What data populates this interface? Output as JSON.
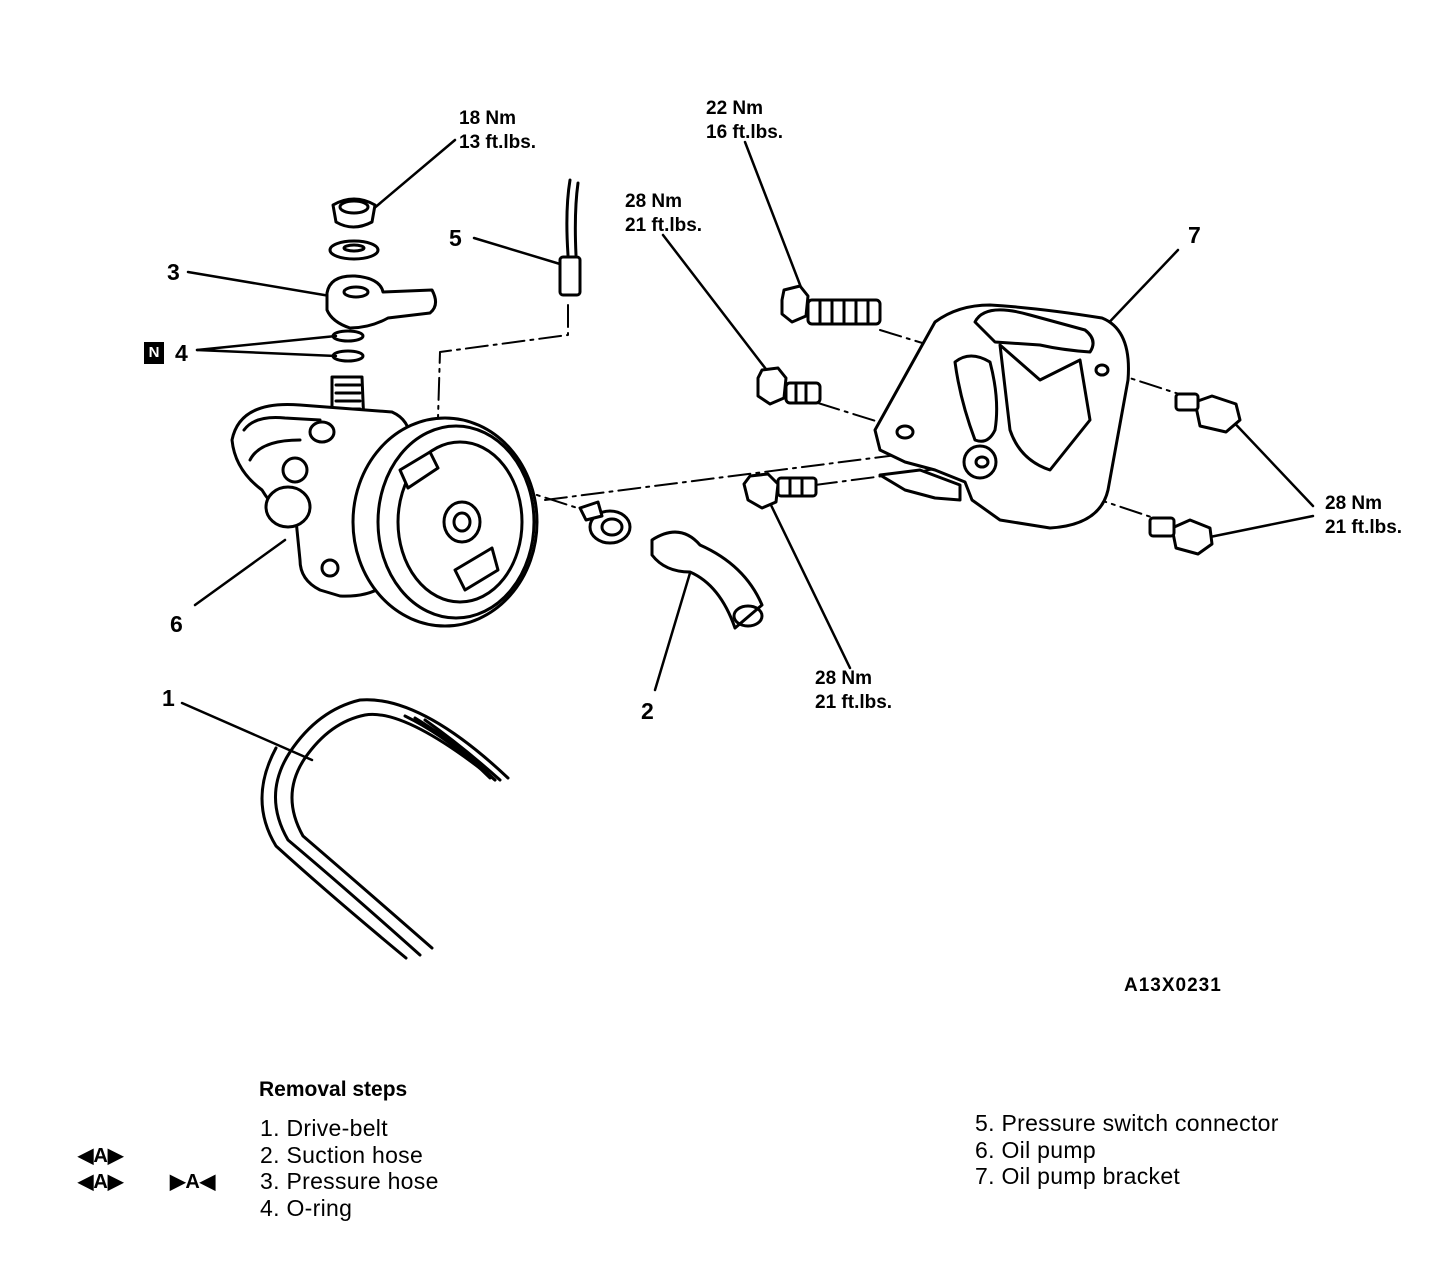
{
  "callouts": {
    "nut_torque": {
      "nm": "18 Nm",
      "ft": "13 ft.lbs."
    },
    "upper_bolt_torque": {
      "nm": "22 Nm",
      "ft": "16 ft.lbs."
    },
    "mid_bolt_torque": {
      "nm": "28 Nm",
      "ft": "21 ft.lbs."
    },
    "right_bolts_torque": {
      "nm": "28 Nm",
      "ft": "21 ft.lbs."
    },
    "lower_bolt_torque": {
      "nm": "28 Nm",
      "ft": "21 ft.lbs."
    }
  },
  "part_numbers": {
    "p1": "1",
    "p2": "2",
    "p3": "3",
    "p4": "4",
    "p5": "5",
    "p6": "6",
    "p7": "7"
  },
  "n_badge": "N",
  "figure_code": "A13X0231",
  "removal": {
    "title": "Removal steps",
    "steps_left": [
      "1. Drive-belt",
      "2. Suction hose",
      "3. Pressure hose",
      "4. O-ring"
    ],
    "steps_right": [
      "5. Pressure switch connector",
      "6. Oil pump",
      "7. Oil pump bracket"
    ],
    "symbol_step2": "◀A▶",
    "symbol_step3_removal": "◀A▶",
    "symbol_step3_install": "▶A◀"
  }
}
